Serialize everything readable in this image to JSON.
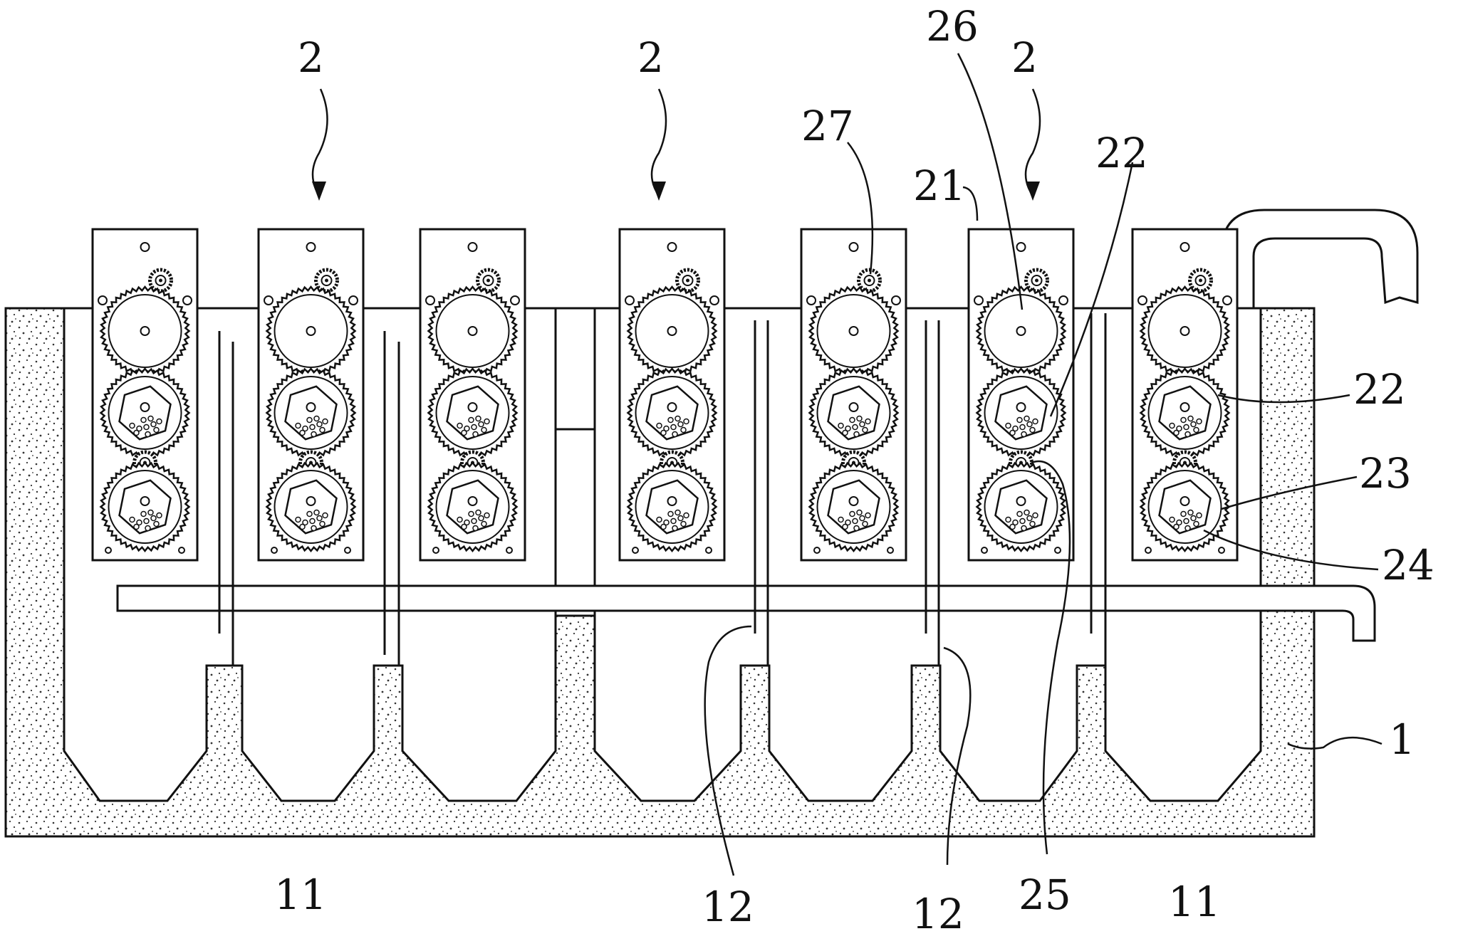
{
  "colors": {
    "ink": "#111111",
    "paper": "#ffffff",
    "speckle": "#333333"
  },
  "labels": {
    "unit_arrow_1": "2",
    "unit_arrow_2": "2",
    "unit_arrow_3": "2",
    "ref_26": "26",
    "ref_27": "27",
    "ref_21": "21",
    "ref_22_top": "22",
    "ref_22_right": "22",
    "ref_23": "23",
    "ref_24": "24",
    "ref_1": "1",
    "ref_11_left": "11",
    "ref_12_left": "12",
    "ref_12_right": "12",
    "ref_25": "25",
    "ref_11_right": "11"
  }
}
